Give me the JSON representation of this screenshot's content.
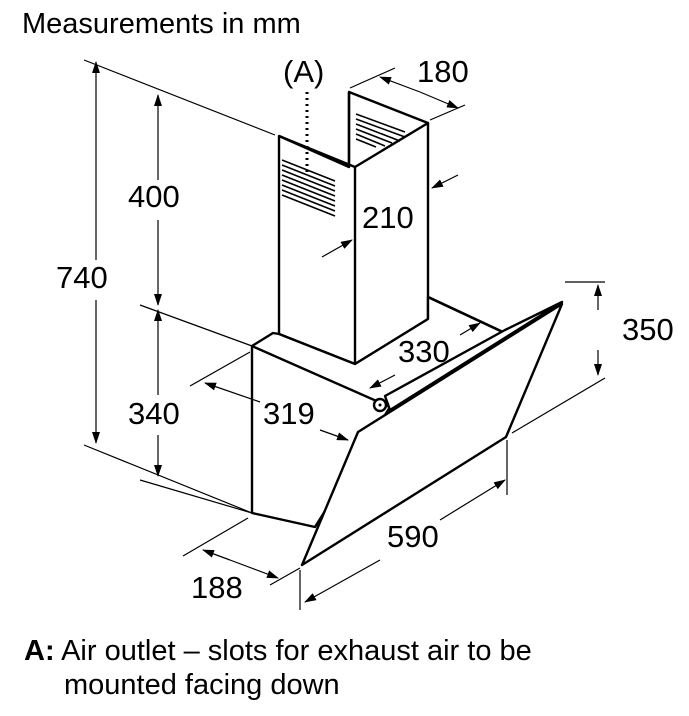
{
  "title": "Measurements in mm",
  "marker": "(A)",
  "dimensions": {
    "total_height": "740",
    "chimney_height": "400",
    "body_height": "340",
    "chimney_depth": "180",
    "chimney_width": "210",
    "panel_depth": "330",
    "body_depth": "319",
    "panel_height": "350",
    "width": "590",
    "bottom_depth": "188"
  },
  "legend": {
    "key": "A:",
    "text_line1": "Air outlet – slots for exhaust air to be",
    "text_line2": "mounted facing down"
  }
}
